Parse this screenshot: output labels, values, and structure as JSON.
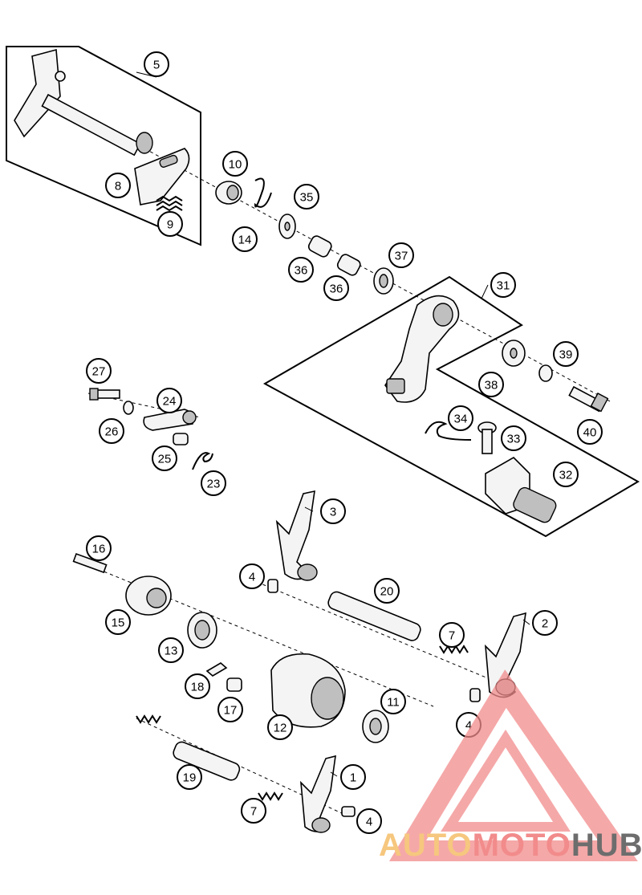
{
  "diagram": {
    "callouts": [
      {
        "id": "p1",
        "label": "1"
      },
      {
        "id": "p2",
        "label": "2"
      },
      {
        "id": "p3",
        "label": "3"
      },
      {
        "id": "p4a",
        "label": "4"
      },
      {
        "id": "p4b",
        "label": "4"
      },
      {
        "id": "p4c",
        "label": "4"
      },
      {
        "id": "p5",
        "label": "5"
      },
      {
        "id": "p7a",
        "label": "7"
      },
      {
        "id": "p7b",
        "label": "7"
      },
      {
        "id": "p8",
        "label": "8"
      },
      {
        "id": "p9",
        "label": "9"
      },
      {
        "id": "p10",
        "label": "10"
      },
      {
        "id": "p11",
        "label": "11"
      },
      {
        "id": "p12",
        "label": "12"
      },
      {
        "id": "p13",
        "label": "13"
      },
      {
        "id": "p14",
        "label": "14"
      },
      {
        "id": "p15",
        "label": "15"
      },
      {
        "id": "p16",
        "label": "16"
      },
      {
        "id": "p17",
        "label": "17"
      },
      {
        "id": "p18",
        "label": "18"
      },
      {
        "id": "p19",
        "label": "19"
      },
      {
        "id": "p20",
        "label": "20"
      },
      {
        "id": "p23",
        "label": "23"
      },
      {
        "id": "p24",
        "label": "24"
      },
      {
        "id": "p25",
        "label": "25"
      },
      {
        "id": "p26",
        "label": "26"
      },
      {
        "id": "p27",
        "label": "27"
      },
      {
        "id": "p31",
        "label": "31"
      },
      {
        "id": "p32",
        "label": "32"
      },
      {
        "id": "p33",
        "label": "33"
      },
      {
        "id": "p34",
        "label": "34"
      },
      {
        "id": "p35",
        "label": "35"
      },
      {
        "id": "p36a",
        "label": "36"
      },
      {
        "id": "p36b",
        "label": "36"
      },
      {
        "id": "p37",
        "label": "37"
      },
      {
        "id": "p38",
        "label": "38"
      },
      {
        "id": "p39",
        "label": "39"
      },
      {
        "id": "p40",
        "label": "40"
      }
    ]
  },
  "watermark": {
    "word_part1": "AUTO",
    "word_part2": "MOTO",
    "word_part3": "HUB",
    "colors": {
      "auto": "#f6c77e",
      "moto": "#f28b8b",
      "hub": "#6d6d6d",
      "logo": "#f28b8b"
    }
  },
  "colors": {
    "line": "#000000",
    "background": "#ffffff",
    "callout_fill": "#ffffff"
  }
}
